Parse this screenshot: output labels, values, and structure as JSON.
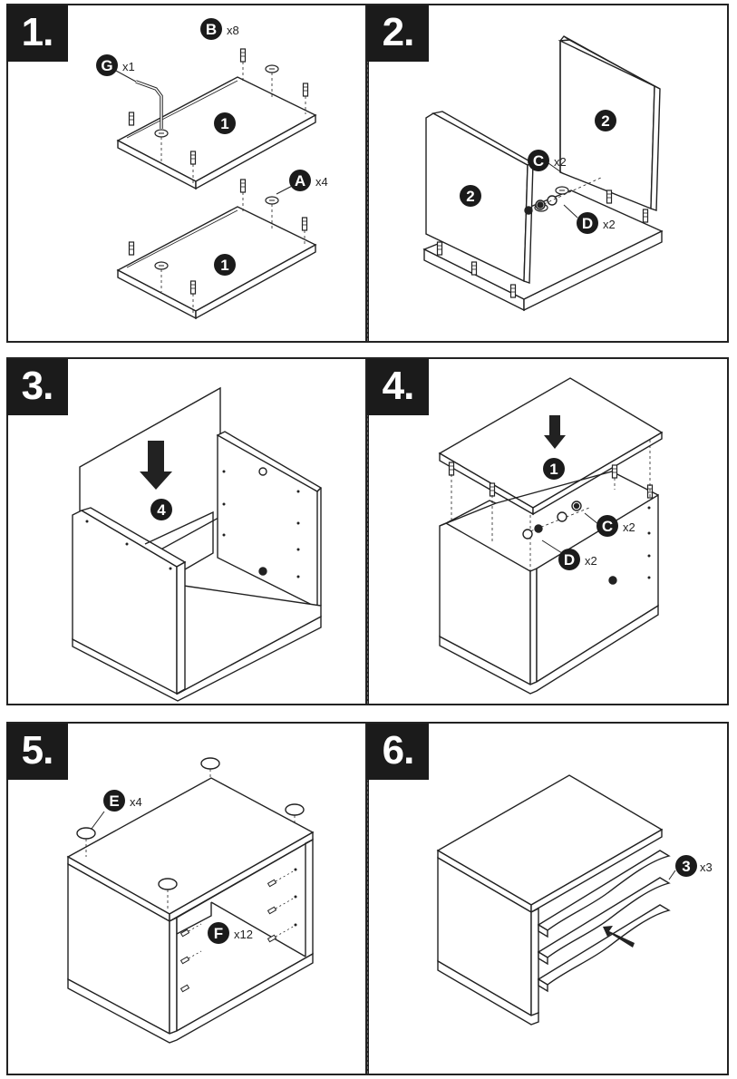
{
  "steps": [
    {
      "number": "1."
    },
    {
      "number": "2."
    },
    {
      "number": "3."
    },
    {
      "number": "4."
    },
    {
      "number": "5."
    },
    {
      "number": "6."
    }
  ],
  "step1": {
    "part_b": {
      "letter": "B",
      "qty": "x8"
    },
    "part_g": {
      "letter": "G",
      "qty": "x1"
    },
    "part_a": {
      "letter": "A",
      "qty": "x4"
    },
    "panel_top": "1",
    "panel_bottom": "1"
  },
  "step2": {
    "panel_left": "2",
    "panel_right": "2",
    "part_c": {
      "letter": "C",
      "qty": "x2"
    },
    "part_d": {
      "letter": "D",
      "qty": "x2"
    }
  },
  "step3": {
    "back_panel": "4"
  },
  "step4": {
    "top_panel": "1",
    "part_c": {
      "letter": "C",
      "qty": "x2"
    },
    "part_d": {
      "letter": "D",
      "qty": "x2"
    }
  },
  "step5": {
    "part_e": {
      "letter": "E",
      "qty": "x4"
    },
    "part_f": {
      "letter": "F",
      "qty": "x12"
    }
  },
  "step6": {
    "shelf": {
      "number": "3",
      "qty": "x3"
    }
  }
}
